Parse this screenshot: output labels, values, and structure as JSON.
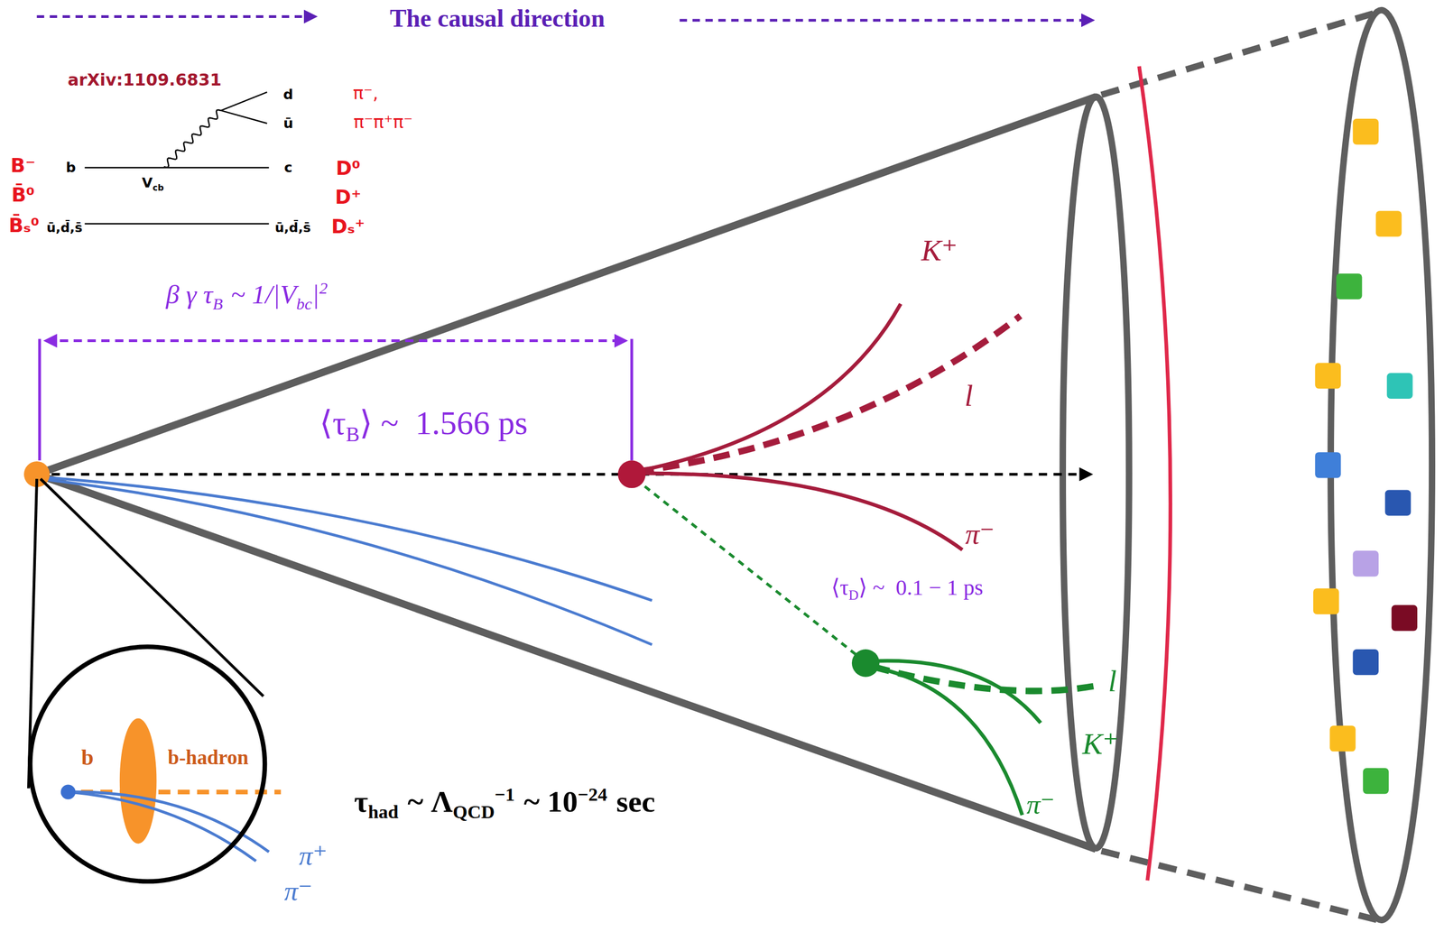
{
  "diagram": {
    "title": "The causal direction",
    "nodes": [
      {
        "text": [
          "b",
          "b-hadron"
        ]
      }
    ],
    "labels": [
      "arXiv:1109.6831",
      "d",
      "ū",
      "π⁻,",
      "π⁻π⁺π⁻",
      "b",
      "V",
      "cb",
      "c",
      "ū,d̄,s̄",
      "ū,d̄,s̄",
      "B⁻",
      "B̄⁰",
      "B̄ₛ⁰",
      "D⁰",
      "D⁺",
      "Dₛ⁺",
      "β γ τ",
      "B",
      "~ 1/|V",
      "bc",
      "|",
      "2",
      "⟨τ",
      "B",
      "⟩ ~  1.566 ps",
      "K⁺",
      "l",
      "π⁻",
      "⟨τ",
      "D",
      "⟩ ~  0.1 − 1 ps",
      "l",
      "K⁺",
      "π⁻",
      "π⁺",
      "π⁻",
      "τ",
      "had",
      "~ Λ",
      "QCD",
      "−1",
      "~ 10",
      "−24",
      "sec"
    ]
  }
}
